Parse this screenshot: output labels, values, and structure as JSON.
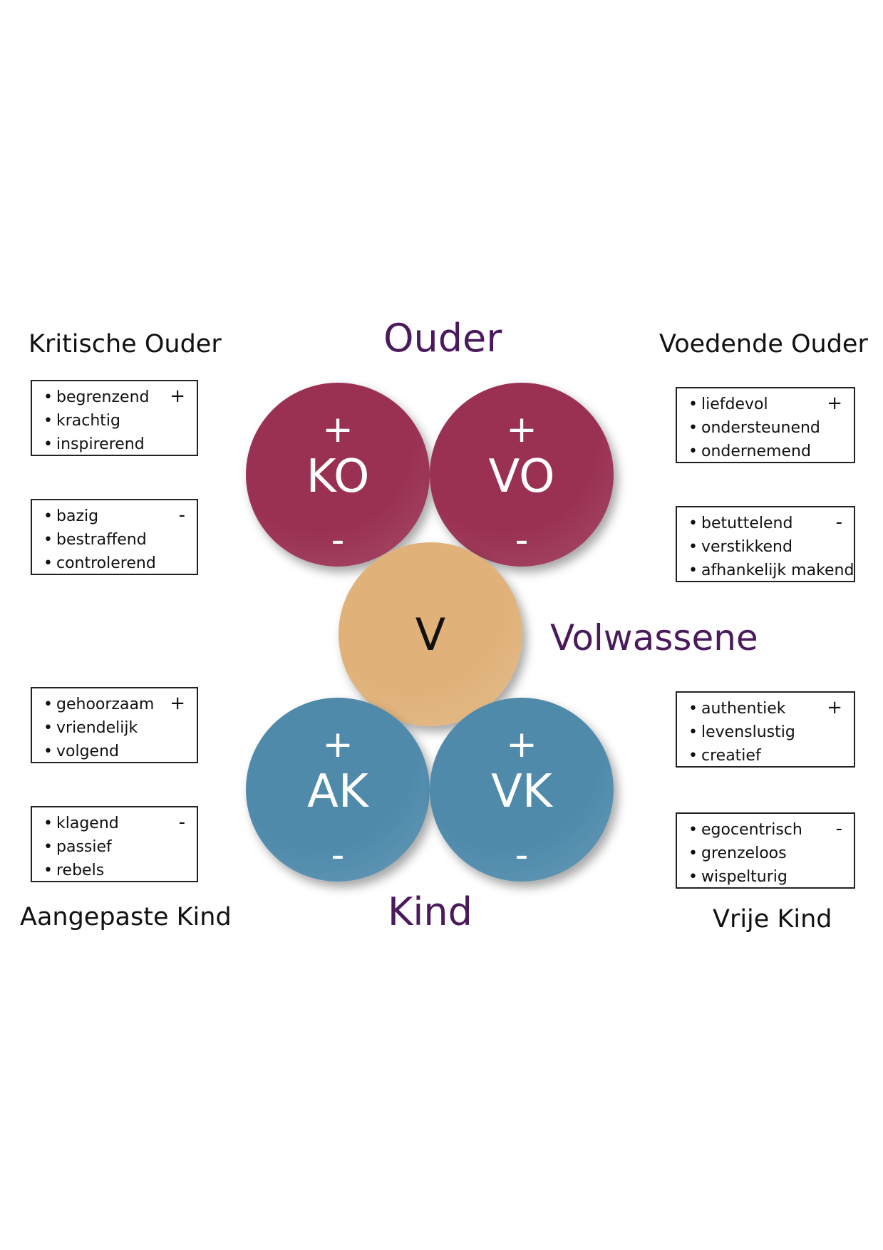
{
  "colors": {
    "parent_circle": "#9a3152",
    "adult_circle": "#e0b27a",
    "child_circle": "#4f8aab",
    "ego_title": "#4b1a5c"
  },
  "ego_titles": {
    "parent": "Ouder",
    "adult": "Volwassene",
    "child": "Kind"
  },
  "corner_titles": {
    "critical_parent": "Kritische Ouder",
    "nurturing_parent": "Voedende Ouder",
    "adapted_child": "Aangepaste Kind",
    "free_child": "Vrije Kind"
  },
  "circles": {
    "ko": {
      "plus": "+",
      "code": "KO",
      "minus": "-"
    },
    "vo": {
      "plus": "+",
      "code": "VO",
      "minus": "-"
    },
    "v": {
      "code": "V"
    },
    "ak": {
      "plus": "+",
      "code": "AK",
      "minus": "-"
    },
    "vk": {
      "plus": "+",
      "code": "VK",
      "minus": "-"
    }
  },
  "boxes": {
    "ko_positive": {
      "sign": "+",
      "items": [
        "begrenzend",
        "krachtig",
        "inspirerend"
      ]
    },
    "ko_negative": {
      "sign": "-",
      "items": [
        "bazig",
        "bestraffend",
        "controlerend"
      ]
    },
    "vo_positive": {
      "sign": "+",
      "items": [
        "liefdevol",
        "ondersteunend",
        "ondernemend"
      ]
    },
    "vo_negative": {
      "sign": "-",
      "items": [
        "betuttelend",
        "verstikkend",
        "afhankelijk makend"
      ]
    },
    "ak_positive": {
      "sign": "+",
      "items": [
        "gehoorzaam",
        "vriendelijk",
        "volgend"
      ]
    },
    "ak_negative": {
      "sign": "-",
      "items": [
        "klagend",
        "passief",
        "rebels"
      ]
    },
    "vk_positive": {
      "sign": "+",
      "items": [
        "authentiek",
        "levenslustig",
        "creatief"
      ]
    },
    "vk_negative": {
      "sign": "-",
      "items": [
        "egocentrisch",
        "grenzeloos",
        "wispelturig"
      ]
    }
  },
  "bullet": "•"
}
